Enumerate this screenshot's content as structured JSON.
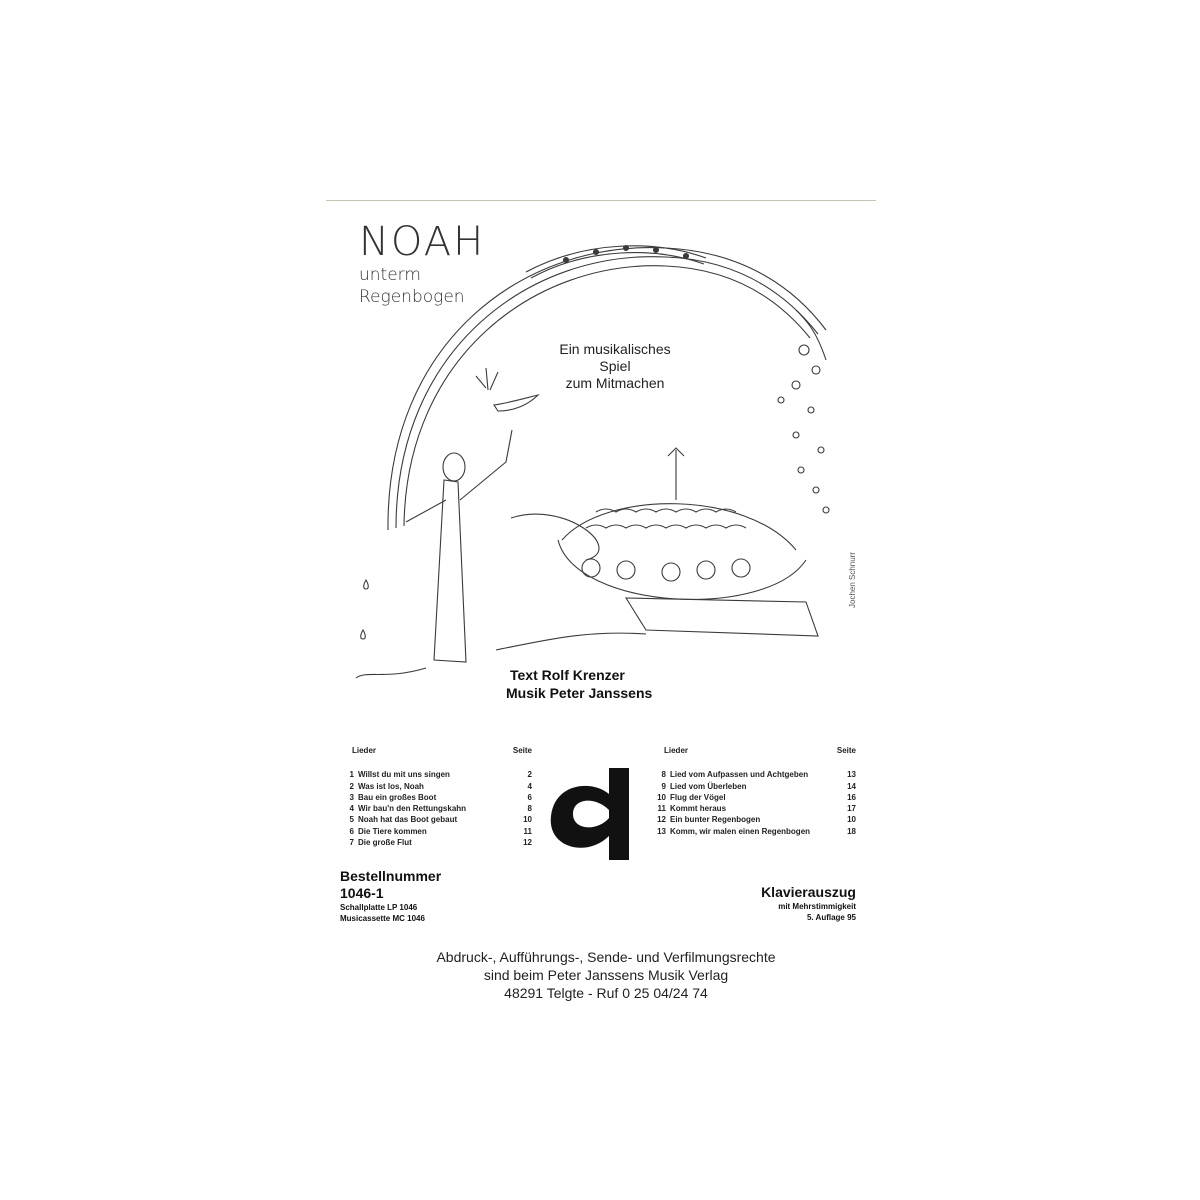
{
  "cover": {
    "title": "NOAH",
    "title_line2": "unterm",
    "title_line3": "Regenbogen",
    "subtitle_line1": "Ein musikalisches Spiel",
    "subtitle_line2": "zum Mitmachen",
    "text_credit": "Text Rolf Krenzer",
    "music_credit": "Musik Peter Janssens",
    "illustrator_signature": "Jochen Schnurr"
  },
  "toc": {
    "col_header_songs": "Lieder",
    "col_header_page": "Seite",
    "left": [
      {
        "num": "1",
        "title": "Willst du mit uns singen",
        "page": "2"
      },
      {
        "num": "2",
        "title": "Was ist los, Noah",
        "page": "4"
      },
      {
        "num": "3",
        "title": "Bau ein großes Boot",
        "page": "6"
      },
      {
        "num": "4",
        "title": "Wir bau'n den Rettungskahn",
        "page": "8"
      },
      {
        "num": "5",
        "title": "Noah hat das Boot gebaut",
        "page": "10"
      },
      {
        "num": "6",
        "title": "Die Tiere kommen",
        "page": "11"
      },
      {
        "num": "7",
        "title": "Die große Flut",
        "page": "12"
      }
    ],
    "right": [
      {
        "num": "8",
        "title": "Lied vom Aufpassen und Achtgeben",
        "page": "13"
      },
      {
        "num": "9",
        "title": "Lied vom Überleben",
        "page": "14"
      },
      {
        "num": "10",
        "title": "Flug der Vögel",
        "page": "16"
      },
      {
        "num": "11",
        "title": "Kommt heraus",
        "page": "17"
      },
      {
        "num": "12",
        "title": "Ein bunter Regenbogen",
        "page": "10"
      },
      {
        "num": "13",
        "title": "Komm, wir malen einen Regenbogen",
        "page": "18"
      }
    ]
  },
  "order": {
    "label": "Bestellnummer",
    "number": "1046-1",
    "record": "Schallplatte LP 1046",
    "cassette": "Musicassette MC 1046"
  },
  "piano": {
    "title": "Klavierauszug",
    "line1": "mit Mehrstimmigkeit",
    "line2": "5. Auflage 95"
  },
  "rights": {
    "line1": "Abdruck-, Aufführungs-, Sende- und Verfilmungsrechte",
    "line2": "sind beim Peter Janssens Musik Verlag",
    "line3": "48291 Telgte - Ruf 0 25 04/24 74"
  },
  "colors": {
    "ink": "#1a1a1a",
    "paper": "#ffffff",
    "rule": "#c9c4ae"
  },
  "icons": {
    "publisher_logo": "pd-logo-icon"
  }
}
